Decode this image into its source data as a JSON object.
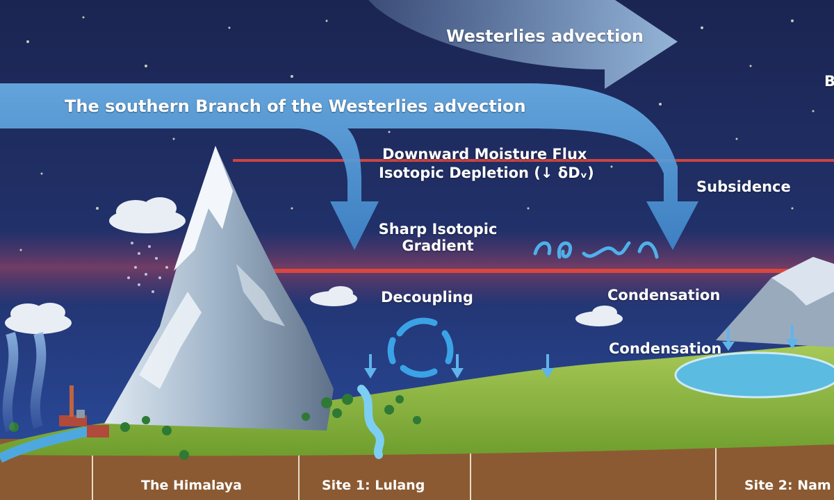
{
  "labels": {
    "westerlies": "Westerlies advection",
    "southern_branch": "The southern Branch of the Westerlies advection",
    "downward_flux": "Downward Moisture Flux",
    "isotopic_depletion": "Isotopic Depletion (↓ δDᵥ)",
    "subsidence": "Subsidence",
    "sharp_gradient_1": "Sharp Isotopic",
    "sharp_gradient_2": "Gradient",
    "decoupling": "Decoupling",
    "condensation_upper": "Condensation",
    "condensation_lower": "Condensation",
    "edge_letter": "B"
  },
  "sites": {
    "himalaya": "The Himalaya",
    "site1": "Site 1: Lulang",
    "site2": "Site 2: Nam"
  },
  "colors": {
    "sky_top": "#1b2552",
    "sky_bottom": "#2a4a9c",
    "arrow": "#5b9fd8",
    "boundary_line": "#e0473e",
    "ground": "#8fbf3e",
    "soil": "#8b5a32",
    "lake": "#5bbbe0",
    "circulation": "#3aa3e6"
  }
}
